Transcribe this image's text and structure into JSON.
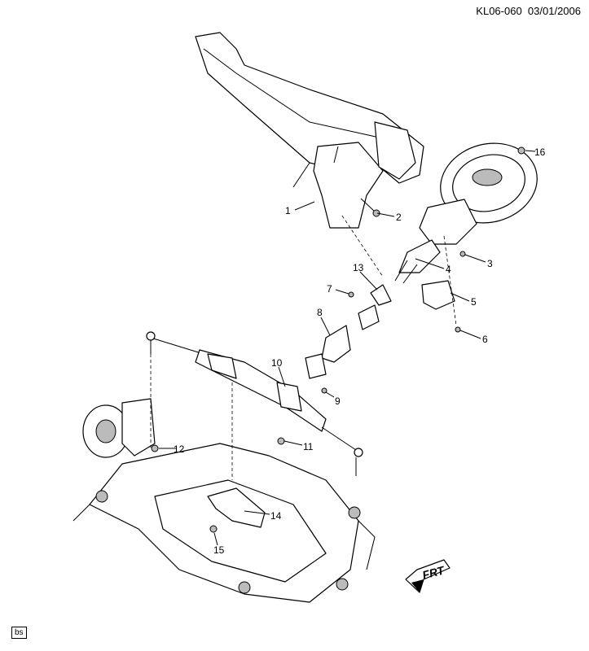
{
  "header": {
    "diagram_id": "KL06-060",
    "date": "03/01/2006"
  },
  "callouts": [
    "1",
    "2",
    "3",
    "4",
    "5",
    "6",
    "7",
    "8",
    "9",
    "10",
    "11",
    "12",
    "13",
    "14",
    "15",
    "16"
  ],
  "direction_label": "FRT",
  "footer_tag": "bs"
}
